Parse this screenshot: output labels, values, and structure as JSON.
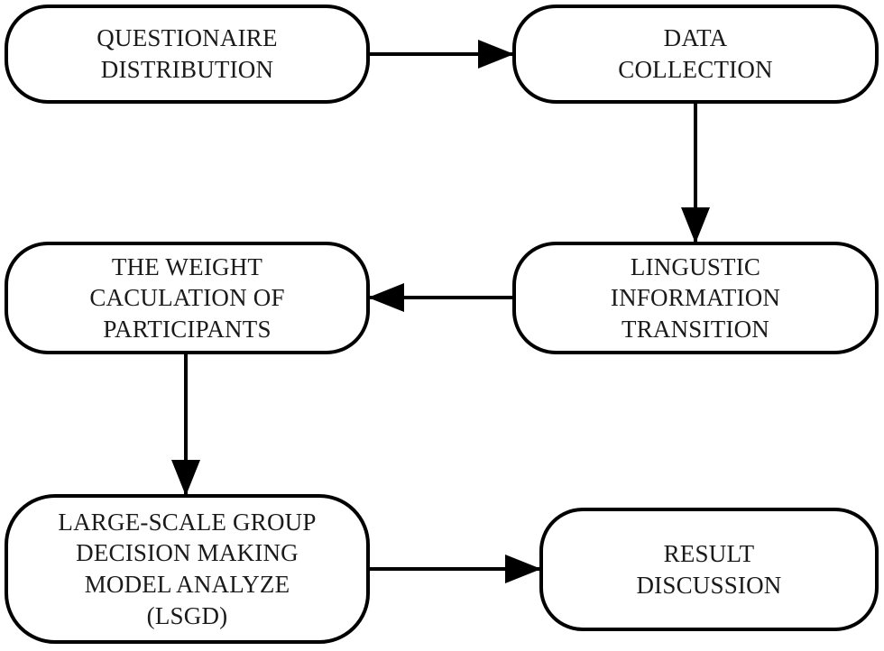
{
  "nodes": {
    "questionnaire": {
      "lines": [
        "QUESTIONAIRE",
        "DISTRIBUTION"
      ]
    },
    "data": {
      "lines": [
        "DATA",
        "COLLECTION"
      ]
    },
    "linguistic": {
      "lines": [
        "LINGUSTIC",
        "INFORMATION",
        "TRANSITION"
      ]
    },
    "weight": {
      "lines": [
        "THE WEIGHT",
        "CACULATION OF",
        "PARTICIPANTS"
      ]
    },
    "lsgd": {
      "lines": [
        "LARGE-SCALE GROUP",
        "DECISION MAKING",
        "MODEL ANALYZE",
        "(LSGD)"
      ]
    },
    "result": {
      "lines": [
        "RESULT",
        "DISCUSSION"
      ]
    }
  },
  "edges": [
    {
      "from": "questionnaire",
      "to": "data"
    },
    {
      "from": "data",
      "to": "linguistic"
    },
    {
      "from": "linguistic",
      "to": "weight"
    },
    {
      "from": "weight",
      "to": "lsgd"
    },
    {
      "from": "lsgd",
      "to": "result"
    }
  ],
  "colors": {
    "stroke": "#000000",
    "text": "#1a1a1a",
    "background": "#ffffff"
  }
}
